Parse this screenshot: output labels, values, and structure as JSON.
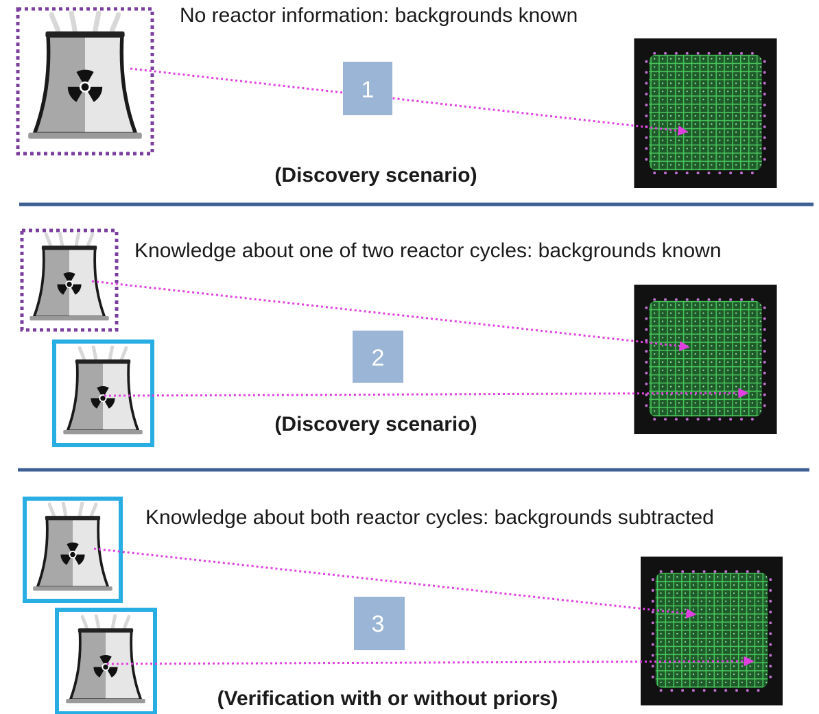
{
  "panels": [
    {
      "number": "1",
      "heading": "No reactor information: backgrounds known",
      "caption": "(Discovery scenario)",
      "reactors": [
        "unknown"
      ]
    },
    {
      "number": "2",
      "heading": "Knowledge about one of two reactor cycles: backgrounds known",
      "caption": "(Discovery scenario)",
      "reactors": [
        "unknown",
        "known"
      ]
    },
    {
      "number": "3",
      "heading": "Knowledge about both reactor cycles: backgrounds subtracted",
      "caption": "(Verification with or without priors)",
      "reactors": [
        "known",
        "known"
      ]
    }
  ],
  "colors": {
    "unknown_frame": "#7b3fa0",
    "known_frame": "#29aee3",
    "arrow": "#e040e0",
    "badge": "#9bb5d6",
    "divider": "#3e5f94",
    "detector_bg": "#111111",
    "detector_grid": "#2e9e3e",
    "detector_pmt": "#c070d0"
  },
  "icons": {
    "reactor": "cooling-tower-radiation-icon",
    "detector": "detector-grid-icon"
  }
}
